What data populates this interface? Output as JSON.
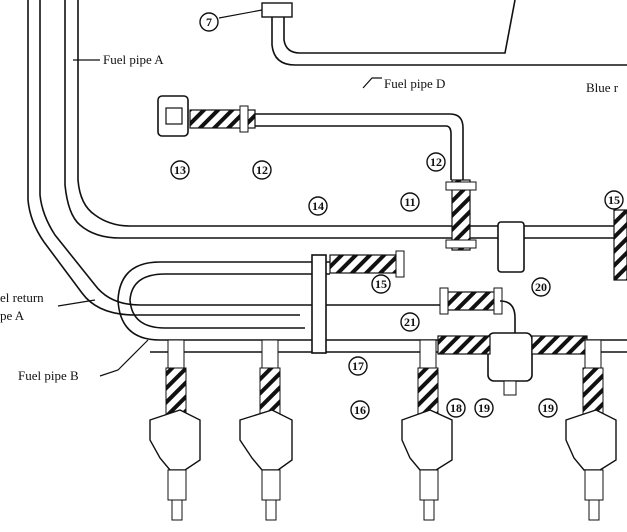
{
  "labels": {
    "fuel_pipe_a": "Fuel pipe A",
    "fuel_pipe_d": "Fuel pipe D",
    "fuel_pipe_b": "Fuel pipe B",
    "blue_partial": "Blue r",
    "fuel_return_1": "el return",
    "fuel_return_2": "pe A"
  },
  "callouts": [
    "7",
    "12",
    "13",
    "12",
    "11",
    "14",
    "15",
    "15",
    "20",
    "21",
    "17",
    "18",
    "19",
    "19",
    "16"
  ],
  "colors": {
    "ink": "#111111",
    "hose_stripe": "#111111",
    "hose_fill": "#ffffff"
  }
}
